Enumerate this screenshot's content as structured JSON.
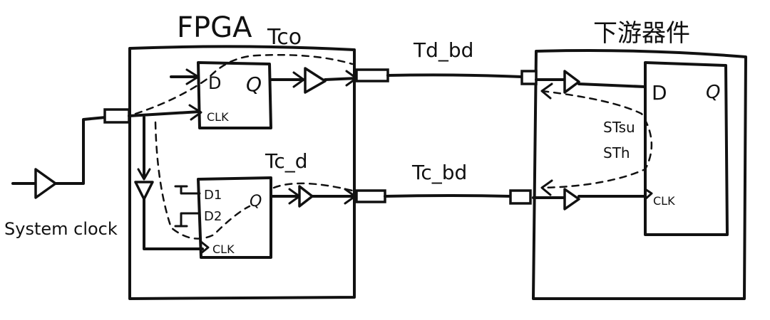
{
  "fpga": {
    "title": "FPGA",
    "tco_label": "Tco",
    "tcd_label": "Tc_d",
    "ff1": {
      "d": "D",
      "q": "Q",
      "clk": "CLK"
    },
    "ff2": {
      "d1": "D1",
      "d2": "D2",
      "q": "Q",
      "clk": "CLK"
    }
  },
  "board": {
    "data_trace_label": "Td_bd",
    "clock_trace_label": "Tc_bd"
  },
  "downstream": {
    "title": "下游器件",
    "ff": {
      "d": "D",
      "q": "Q",
      "clk": "CLK"
    },
    "setup_label": "STsu",
    "hold_label": "STh"
  },
  "clock_source": {
    "label": "System clock"
  }
}
